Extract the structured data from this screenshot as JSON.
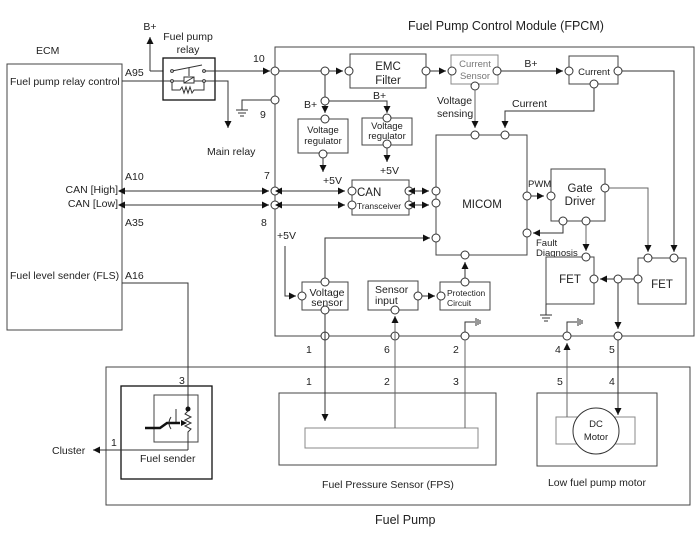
{
  "titles": {
    "fpcm": "Fuel Pump Control Module (FPCM)",
    "ecm": "ECM",
    "fuel_pump": "Fuel Pump"
  },
  "ecm": {
    "signals": {
      "relay_control": "Fuel pump relay control",
      "can_high": "CAN [High]",
      "can_low": "CAN [Low]",
      "fls": "Fuel level sender (FLS)"
    },
    "pins": {
      "relay_control": "A95",
      "can_high": "A10",
      "can_low": "A35",
      "fls": "A16"
    }
  },
  "relay": {
    "label_line1": "Fuel pump",
    "label_line2": "relay",
    "supply": "B+",
    "main_relay": "Main relay"
  },
  "fpcm": {
    "pins": {
      "p10": "10",
      "p9": "9",
      "p7": "7",
      "p8": "8",
      "bottom_1": "1",
      "bottom_6": "6",
      "bottom_2": "2",
      "bottom_4": "4",
      "bottom_5": "5"
    },
    "blocks": {
      "emc_line1": "EMC",
      "emc_line2": "Filter",
      "current_sensor_line1": "Current",
      "current_sensor_line2": "Sensor",
      "current": "Current",
      "vreg1_line1": "Voltage",
      "vreg1_line2": "regulator",
      "vreg2_line1": "Voltage",
      "vreg2_line2": "regulator",
      "can_line1": "CAN",
      "can_line2": "Transceiver",
      "micom": "MICOM",
      "gate_line1": "Gate",
      "gate_line2": "Driver",
      "fet_left": "FET",
      "fet_right": "FET",
      "vsensor_line1": "Voltage",
      "vsensor_line2": "sensor",
      "sensor_input_line1": "Sensor",
      "sensor_input_line2": "input",
      "protection_line1": "Protection",
      "protection_line2": "Circuit"
    },
    "labels": {
      "bplus_emc_out": "B+",
      "bplus_split_left": "B+",
      "bplus_split_right": "B+",
      "plus5v_vreg1": "+5V",
      "plus5v_vreg2": "+5V",
      "plus5v_vsensor": "+5V",
      "voltage_sensing_line1": "Voltage",
      "voltage_sensing_line2": "sensing",
      "current_feedback": "Current",
      "pwm": "PWM",
      "fault_line1": "Fault",
      "fault_line2": "Diagnosis"
    }
  },
  "fuel_pump": {
    "sender": {
      "label": "Fuel sender",
      "pin_top": "3",
      "pin_left": "1",
      "cluster": "Cluster"
    },
    "fps": {
      "label": "Fuel Pressure Sensor (FPS)",
      "pins": [
        "1",
        "2",
        "3"
      ]
    },
    "motor": {
      "label": "Low fuel pump motor",
      "line1": "DC",
      "line2": "Motor",
      "pin_left": "5",
      "pin_right": "4"
    }
  }
}
